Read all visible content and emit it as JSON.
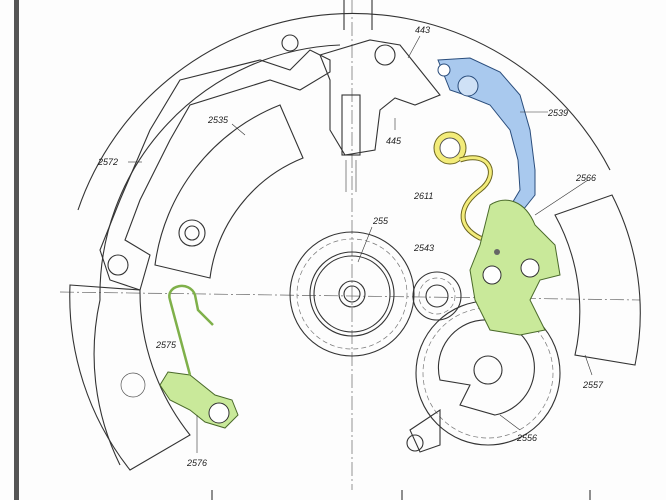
{
  "diagram": {
    "labels": {
      "l443": "443",
      "l2539": "2539",
      "l2535": "2535",
      "l445": "445",
      "l2572": "2572",
      "l2611": "2611",
      "l2566": "2566",
      "l255": "255",
      "l2543": "2543",
      "l2575": "2575",
      "l2557": "2557",
      "l2556": "2556",
      "l2576": "2576"
    },
    "colors": {
      "blue_part": "#a9c9ee",
      "yellow_part": "#f3ec7a",
      "green_part": "#c9e99a",
      "outline": "#333333"
    }
  }
}
